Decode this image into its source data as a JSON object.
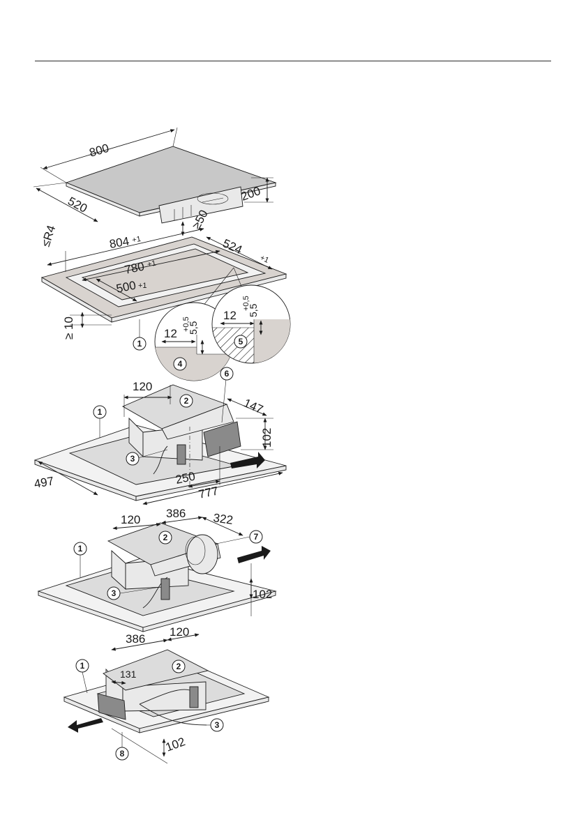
{
  "diagram": {
    "top": {
      "width": "800",
      "depth": "520",
      "height": "200",
      "radius": "≤R4",
      "cutout_outer_w": "804",
      "cutout_outer_w_tol": "+1",
      "min_dist": "≥50",
      "cutout_outer_d": "524",
      "cutout_outer_d_tol": "+1",
      "cutout_inner_w": "780",
      "cutout_inner_w_tol": "+1",
      "cutout_inner_d": "500",
      "cutout_inner_d_tol": "+1",
      "worktop_min": "≥ 10",
      "detail_width": "12",
      "detail_depth": "5,5",
      "detail_tol": "+0,5"
    },
    "v1": {
      "d120": "120",
      "d147": "147",
      "d102": "102",
      "d250": "250",
      "d497": "497",
      "d777": "777"
    },
    "v2": {
      "d120": "120",
      "d386": "386",
      "d322": "322",
      "d102": "102"
    },
    "v3": {
      "d386": "386",
      "d120": "120",
      "d131": "131",
      "d102": "102"
    },
    "callouts": [
      "1",
      "2",
      "3",
      "4",
      "5",
      "6",
      "7",
      "8"
    ]
  }
}
